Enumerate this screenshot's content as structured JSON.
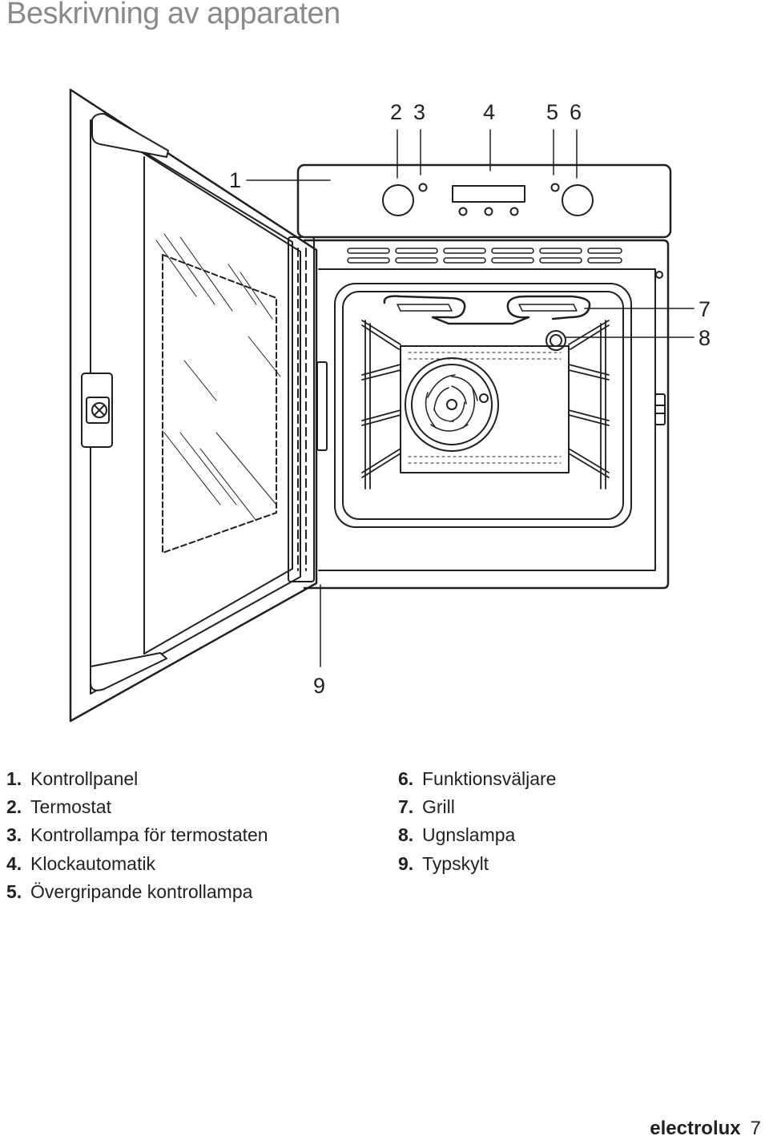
{
  "page_title": "Beskrivning av apparaten",
  "callouts": {
    "c1": "1",
    "c2": "2",
    "c3": "3",
    "c4": "4",
    "c5": "5",
    "c6": "6",
    "c7": "7",
    "c8": "8",
    "c9": "9"
  },
  "legend": [
    {
      "num": "1.",
      "text": "Kontrollpanel"
    },
    {
      "num": "2.",
      "text": "Termostat"
    },
    {
      "num": "3.",
      "text": "Kontrollampa för termostaten"
    },
    {
      "num": "4.",
      "text": "Klockautomatik"
    },
    {
      "num": "5.",
      "text": "Övergripande kontrollampa"
    },
    {
      "num": "6.",
      "text": "Funktionsväljare"
    },
    {
      "num": "7.",
      "text": "Grill"
    },
    {
      "num": "8.",
      "text": "Ugnslampa"
    },
    {
      "num": "9.",
      "text": "Typskylt"
    }
  ],
  "footer": {
    "brand": "electrolux",
    "page_number": "7"
  }
}
